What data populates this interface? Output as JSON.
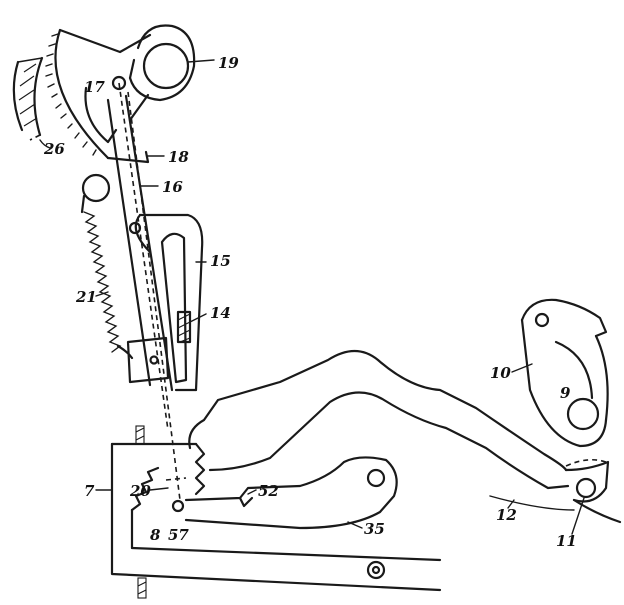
{
  "labels": {
    "l19": "19",
    "l17": "17",
    "l26": "26",
    "l18": "18",
    "l16": "16",
    "l15": "15",
    "l14": "14",
    "l21": "21",
    "l10": "10",
    "l9": "9",
    "l7": "7",
    "l20": "20",
    "l52": "52",
    "l35": "35",
    "l12": "12",
    "l11": "11",
    "l8": "8",
    "l57": "57"
  }
}
